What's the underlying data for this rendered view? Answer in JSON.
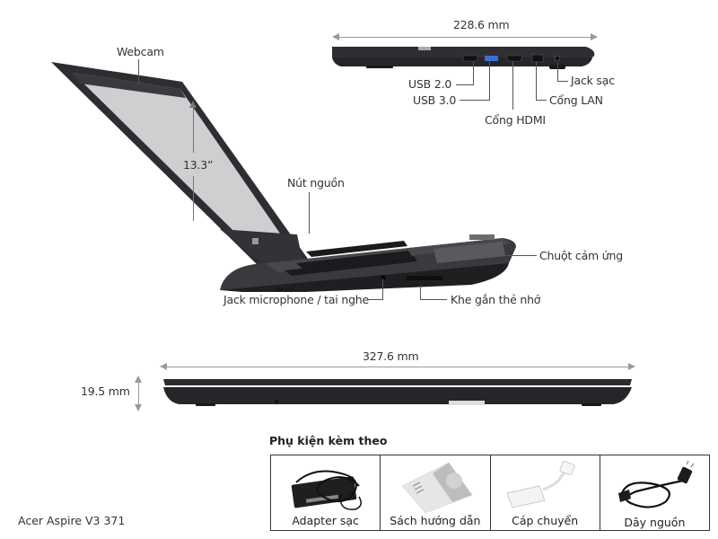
{
  "side_view_top": {
    "width_label": "228.6 mm",
    "ports": [
      {
        "id": "usb2",
        "label": "USB 2.0"
      },
      {
        "id": "usb3",
        "label": "USB 3.0"
      },
      {
        "id": "hdmi",
        "label": "Cổng HDMI"
      },
      {
        "id": "lan",
        "label": "Cổng LAN"
      },
      {
        "id": "charge",
        "label": "Jack sạc"
      }
    ]
  },
  "main_view": {
    "webcam_label": "Webcam",
    "screen_size_label": "13.3”",
    "power_button_label": "Nút nguồn",
    "touchpad_label": "Chuột cảm ứng",
    "audio_jack_label": "Jack microphone / tai nghe",
    "card_slot_label": "Khe gắn thẻ nhớ"
  },
  "front_view": {
    "width_label": "327.6 mm",
    "height_label": "19.5 mm"
  },
  "accessories": {
    "title": "Phụ kiện kèm theo",
    "items": [
      {
        "label": "Adapter sạc",
        "icon": "power-adapter-icon"
      },
      {
        "label": "Sách hướng dẫn",
        "icon": "manual-booklet-icon"
      },
      {
        "label": "Cáp chuyển",
        "icon": "hdmi-adapter-cable-icon"
      },
      {
        "label": "Dây nguồn",
        "icon": "power-cord-icon"
      }
    ]
  },
  "model_name": "Acer Aspire V3 371",
  "colors": {
    "laptop_body": "#2b2b2e",
    "laptop_edge": "#3c3c40",
    "screen": "#c9c9cb",
    "dimension_line": "#999999",
    "usb3_port": "#3a6fd6"
  }
}
